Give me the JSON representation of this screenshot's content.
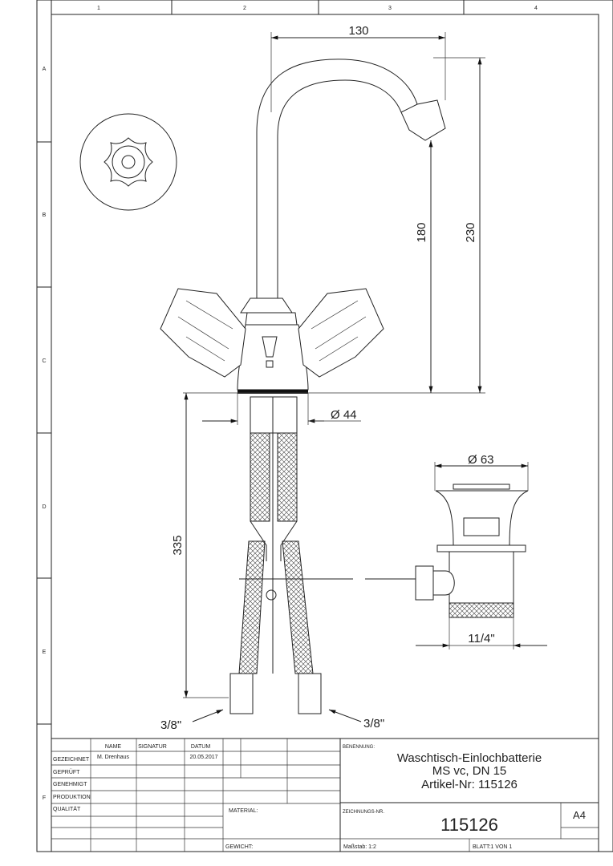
{
  "frame": {
    "columns": [
      "1",
      "2",
      "3",
      "4"
    ],
    "rows": [
      "A",
      "B",
      "C",
      "D",
      "E",
      "F"
    ]
  },
  "dimensions": {
    "spout_reach": "130",
    "spout_height": "180",
    "total_height": "230",
    "base_diameter": "Ø 44",
    "hose_length": "335",
    "hose_left_thread": "3/8\"",
    "hose_right_thread": "3/8\"",
    "drain_diameter": "Ø 63",
    "drain_thread": "11/4\""
  },
  "title_block": {
    "headers": {
      "name": "NAME",
      "signatur": "SIGNATUR",
      "datum": "DATUM"
    },
    "rows": [
      {
        "label": "GEZEICHNET",
        "name": "M. Drenhaus",
        "datum": "20.05.2017"
      },
      {
        "label": "GEPRÜFT"
      },
      {
        "label": "GENEHMIGT"
      },
      {
        "label": "PRODUKTION"
      },
      {
        "label": "QUALITÄT"
      }
    ],
    "material_label": "MATERIAL:",
    "gewicht_label": "GEWICHT:",
    "benennung_label": "BENENNUNG:",
    "title_lines": [
      "Waschtisch-Einlochbatterie",
      "MS vc, DN 15",
      "Artikel-Nr: 115126"
    ],
    "zeichnungs_label": "ZEICHNUNGS-NR.",
    "drawing_number": "115126",
    "format": "A4",
    "scale": "Maßstab: 1:2",
    "sheet": "BLATT:1 VON 1"
  }
}
